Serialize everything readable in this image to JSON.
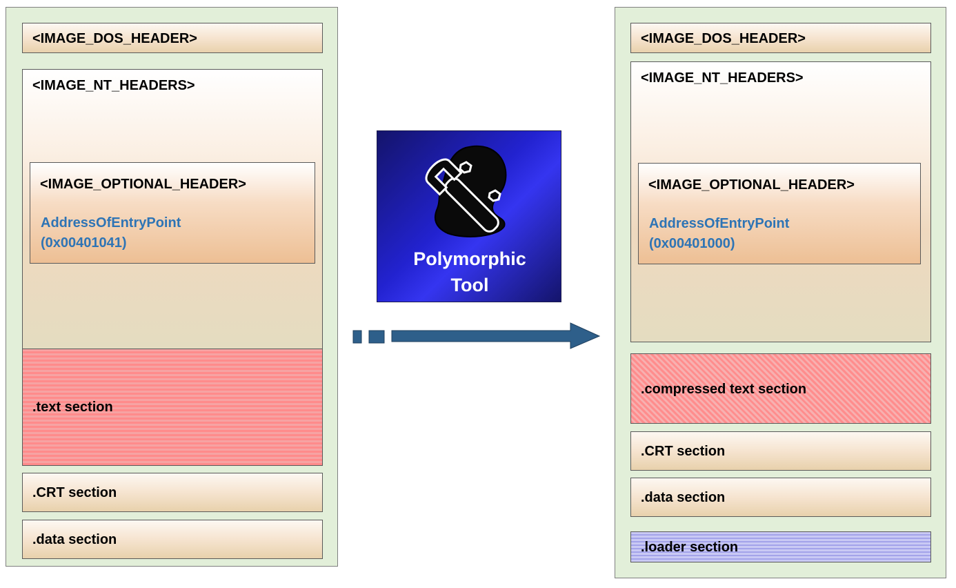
{
  "left": {
    "dos_header": "<IMAGE_DOS_HEADER>",
    "nt_headers": "<IMAGE_NT_HEADERS>",
    "optional_header": "<IMAGE_OPTIONAL_HEADER>",
    "entry_point_label": "AddressOfEntryPoint",
    "entry_point_value": "(0x00401041)",
    "sections": [
      ".text section",
      ".CRT section",
      ".data section"
    ]
  },
  "tool": {
    "label_line1": "Polymorphic",
    "label_line2": "Tool",
    "icon": "palette-wrench-icon"
  },
  "right": {
    "dos_header": "<IMAGE_DOS_HEADER>",
    "nt_headers": "<IMAGE_NT_HEADERS>",
    "optional_header": "<IMAGE_OPTIONAL_HEADER>",
    "entry_point_label": "AddressOfEntryPoint",
    "entry_point_value": "(0x00401000)",
    "sections": [
      ".compressed text section",
      ".CRT section",
      ".data section",
      ".loader section"
    ]
  },
  "colors": {
    "panel_bg": "#e2efd9",
    "arrow": "#2e5f8a",
    "entry_point_text": "#2e74b5",
    "tool_bg": "#2222cf"
  }
}
